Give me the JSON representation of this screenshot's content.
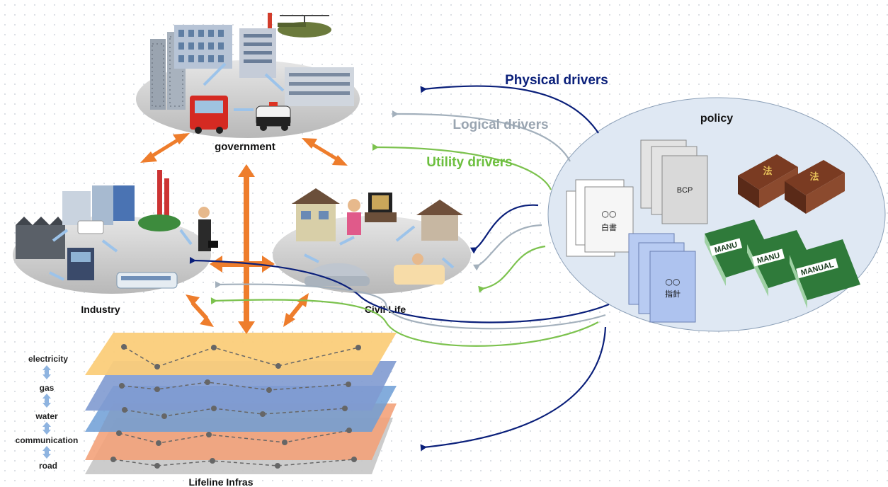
{
  "sectors": {
    "government": "government",
    "industry": "Industry",
    "civil_life": "Civil Life",
    "lifeline": "Lifeline Infras"
  },
  "drivers": {
    "physical": "Physical drivers",
    "logical": "Logical drivers",
    "utility": "Utility drivers"
  },
  "policy": {
    "title": "policy",
    "whitepaper_line1": "○○",
    "whitepaper_line2": "白書",
    "bcp": "BCP",
    "guideline_line1": "○○",
    "guideline_line2": "指針",
    "law_char": "法",
    "manual_label": "MANUAL",
    "manual_label_short": "MANU"
  },
  "layers": [
    "electricity",
    "gas",
    "water",
    "communication",
    "road"
  ],
  "colors": {
    "physical": "#0a1f7a",
    "logical": "#a3b0bc",
    "utility": "#7cc24e",
    "orange": "#ee7d2c",
    "policy_fill": "#dfe8f3"
  }
}
